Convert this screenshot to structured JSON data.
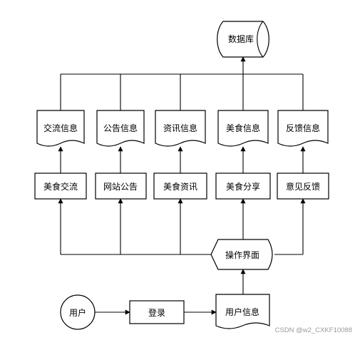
{
  "database": {
    "label": "数据库"
  },
  "tables": [
    {
      "label": "交流信息"
    },
    {
      "label": "公告信息"
    },
    {
      "label": "资讯信息"
    },
    {
      "label": "美食信息"
    },
    {
      "label": "反馈信息"
    }
  ],
  "modules": [
    {
      "label": "美食交流"
    },
    {
      "label": "网站公告"
    },
    {
      "label": "美食资讯"
    },
    {
      "label": "美食分享"
    },
    {
      "label": "意见反馈"
    }
  ],
  "operation": {
    "label": "操作界面"
  },
  "user": {
    "label": "用户"
  },
  "login": {
    "label": "登录"
  },
  "user_info": {
    "label": "用户信息"
  },
  "watermark": {
    "text": "CSDN @w2_CXKF10088"
  },
  "colors": {
    "stroke": "#000000",
    "fill": "#ffffff",
    "watermark": "#9a9a9a"
  }
}
